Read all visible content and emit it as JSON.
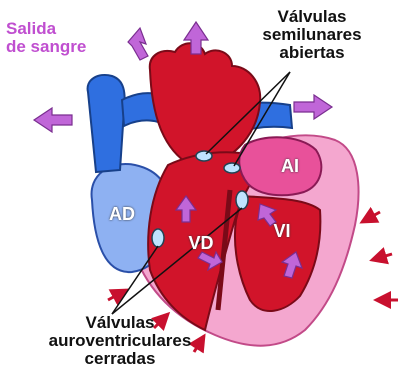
{
  "labels": {
    "blood_out": "Salida\nde sangre",
    "semilunar": "Válvulas\nsemilunares\nabiertas",
    "av_valves": "Válvulas\nauroventriculares\ncerradas"
  },
  "chambers": {
    "ad": "AD",
    "ai": "AI",
    "vd": "VD",
    "vi": "VI"
  },
  "colors": {
    "vein_blue": "#2f6fe0",
    "artery_red": "#d1142a",
    "ventricle_pink": "#f4a7cf",
    "atrium_light_blue": "#8eb1f2",
    "flow_arrow_purple": "#c066d8",
    "pressure_arrow_red": "#c8102e"
  }
}
